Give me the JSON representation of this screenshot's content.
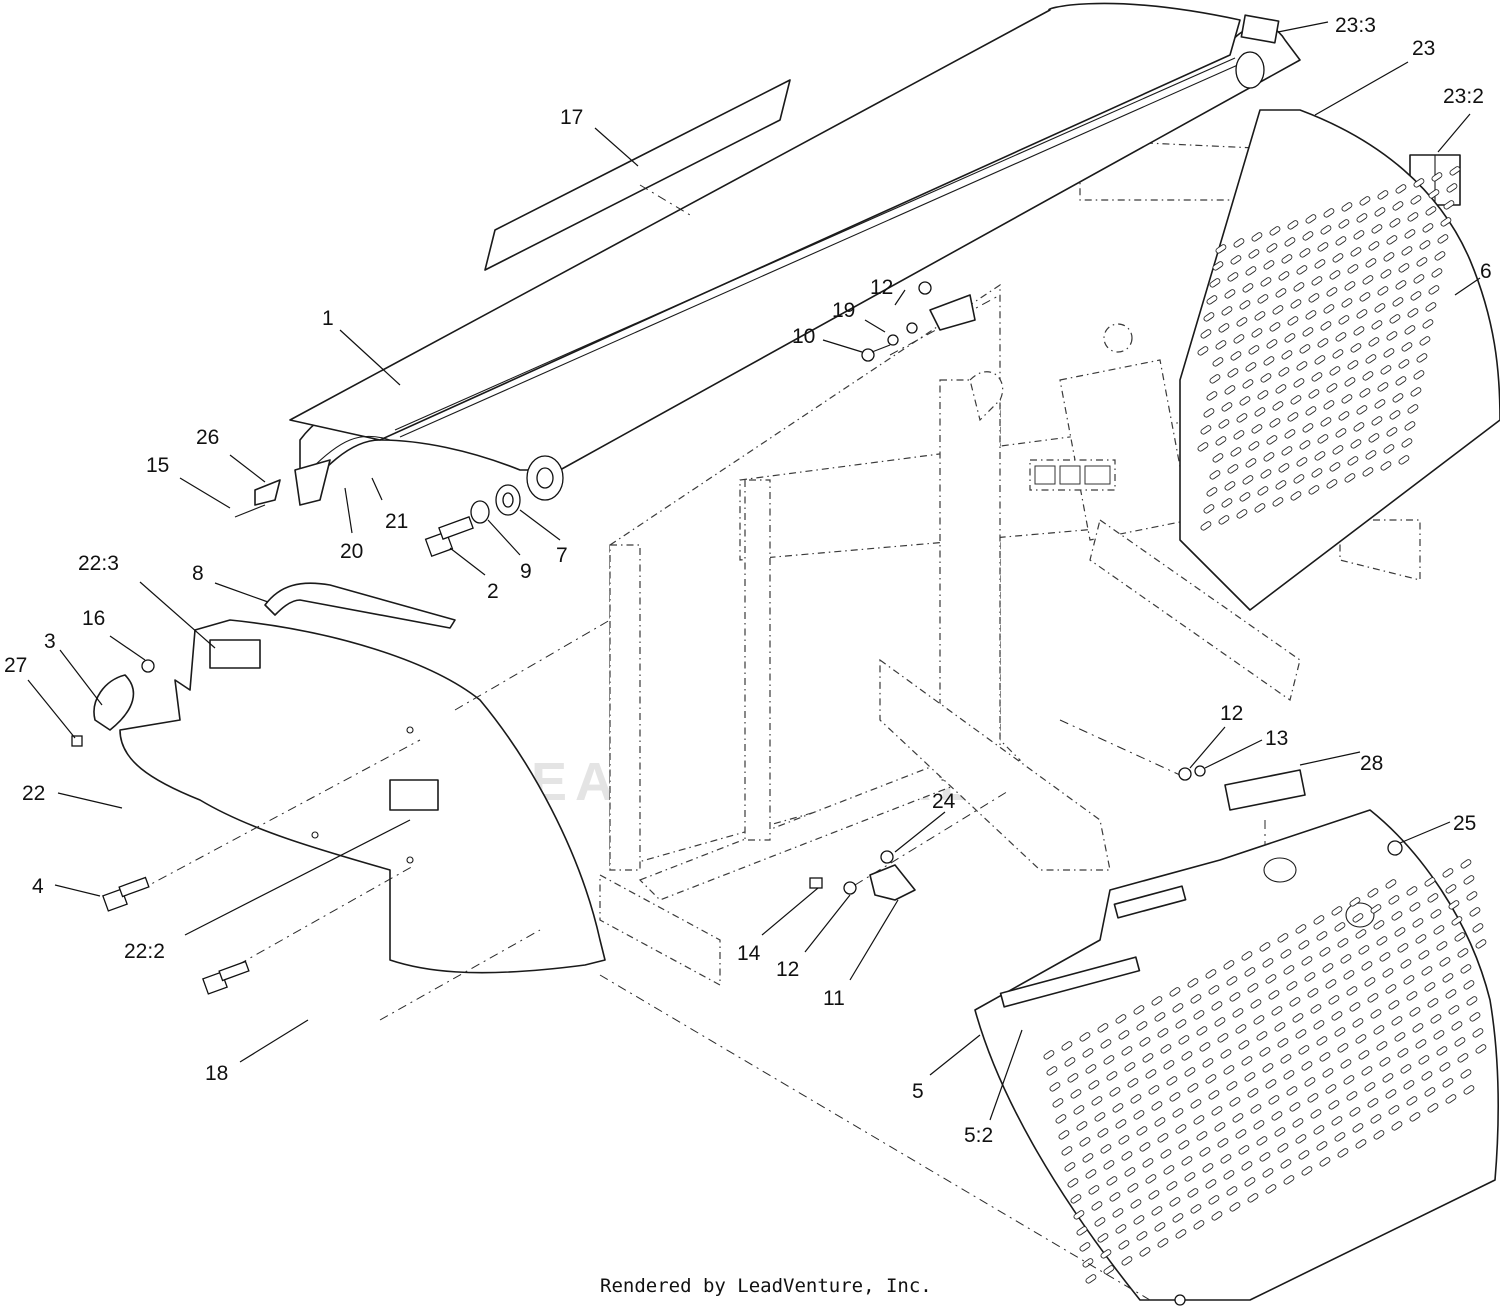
{
  "callouts": [
    "17",
    "23:3",
    "23",
    "23:2",
    "6",
    "12",
    "19",
    "10",
    "1",
    "26",
    "15",
    "21",
    "20",
    "7",
    "9",
    "2",
    "22:3",
    "8",
    "16",
    "3",
    "27",
    "22",
    "4",
    "22:2",
    "18",
    "12",
    "13",
    "28",
    "25",
    "24",
    "14",
    "12",
    "11",
    "5",
    "5:2"
  ],
  "watermark": "LEADVENTURE",
  "footer": "Rendered by LeadVenture, Inc.",
  "colors": {
    "line": "#1a1a1a",
    "background": "#ffffff",
    "watermark": "#e2e2e2"
  }
}
